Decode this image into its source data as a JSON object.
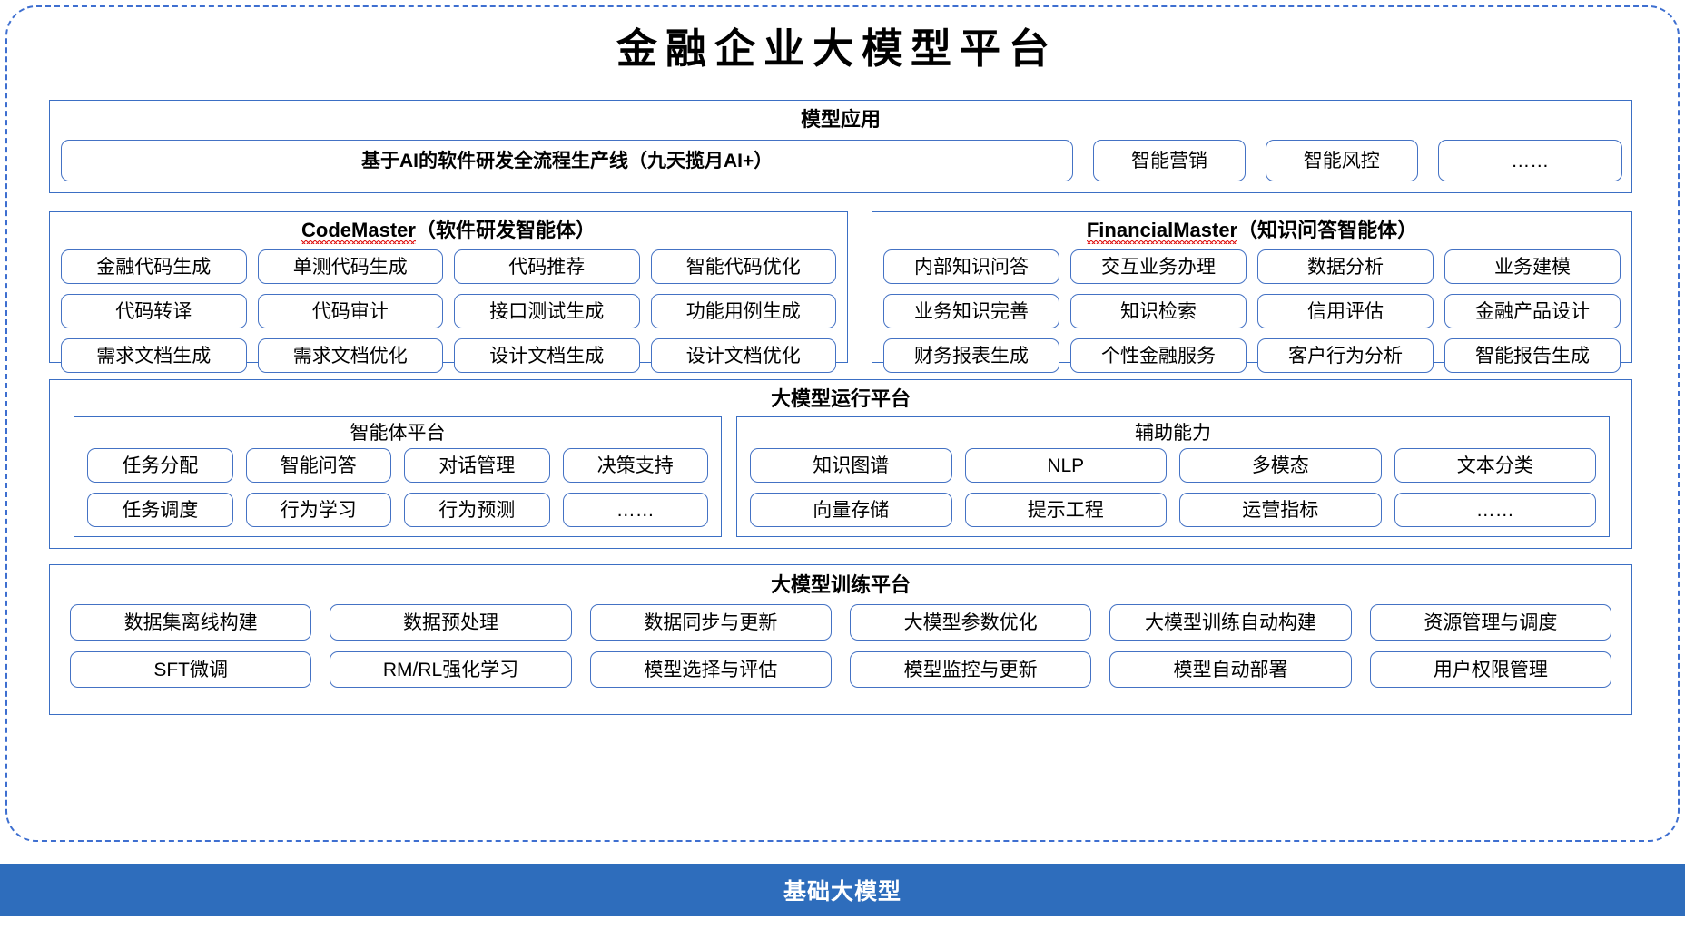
{
  "page": {
    "title": "金融企业大模型平台"
  },
  "model_application": {
    "title": "模型应用",
    "items": [
      {
        "label": "基于AI的软件研发全流程生产线（九天揽月AI+）",
        "flex": 1184,
        "bold": true
      },
      {
        "label": "智能营销",
        "flex": 178,
        "bold": false
      },
      {
        "label": "智能风控",
        "flex": 178,
        "bold": false
      },
      {
        "label": "……",
        "flex": 216,
        "bold": false
      }
    ]
  },
  "agents": [
    {
      "name_en": "CodeMaster",
      "name_cn": "（软件研发智能体）",
      "spellcheck_underline": true,
      "items": [
        "金融代码生成",
        "单测代码生成",
        "代码推荐",
        "智能代码优化",
        "代码转译",
        "代码审计",
        "接口测试生成",
        "功能用例生成",
        "需求文档生成",
        "需求文档优化",
        "设计文档生成",
        "设计文档优化"
      ]
    },
    {
      "name_en": "FinancialMaster",
      "name_cn": "（知识问答智能体）",
      "spellcheck_underline": true,
      "items": [
        "内部知识问答",
        "交互业务办理",
        "数据分析",
        "业务建模",
        "业务知识完善",
        "知识检索",
        "信用评估",
        "金融产品设计",
        "财务报表生成",
        "个性金融服务",
        "客户行为分析",
        "智能报告生成"
      ]
    }
  ],
  "run_platform": {
    "title": "大模型运行平台",
    "groups": [
      {
        "title": "智能体平台",
        "items": [
          "任务分配",
          "智能问答",
          "对话管理",
          "决策支持",
          "任务调度",
          "行为学习",
          "行为预测",
          "……"
        ]
      },
      {
        "title": "辅助能力",
        "items": [
          "知识图谱",
          "NLP",
          "多模态",
          "文本分类",
          "向量存储",
          "提示工程",
          "运营指标",
          "……"
        ]
      }
    ]
  },
  "train_platform": {
    "title": "大模型训练平台",
    "items": [
      "数据集离线构建",
      "数据预处理",
      "数据同步与更新",
      "大模型参数优化",
      "大模型训练自动构建",
      "资源管理与调度",
      "SFT微调",
      "RM/RL强化学习",
      "模型选择与评估",
      "模型监控与更新",
      "模型自动部署",
      "用户权限管理"
    ]
  },
  "base_layer": {
    "label": "基础大模型"
  },
  "colors": {
    "frame_dashed": "#3e6fd0",
    "panel_border": "#3b6fc4",
    "pill_border": "#4472c4",
    "base_bar": "#2e6dbc",
    "spellcheck": "#e01b1b",
    "text": "#000000",
    "base_bar_text": "#ffffff"
  }
}
